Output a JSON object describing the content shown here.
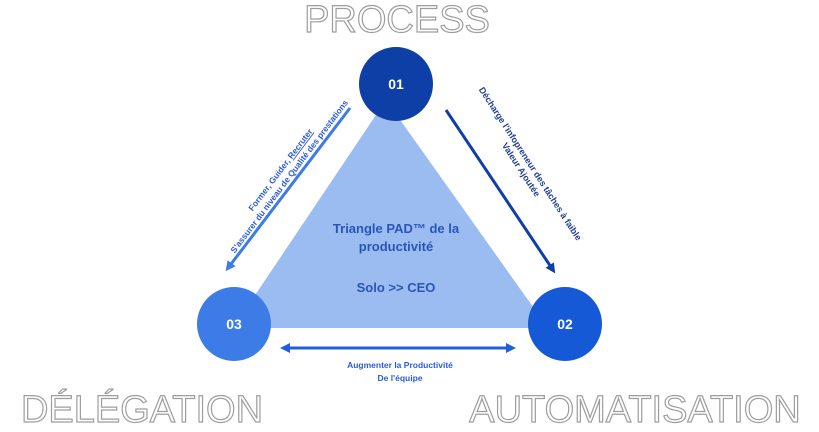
{
  "titles": {
    "top": "PROCESS",
    "bottom_left": "DÉLÉGATION",
    "bottom_right": "AUTOMATISATION"
  },
  "nodes": {
    "n1": "01",
    "n2": "02",
    "n3": "03"
  },
  "center": {
    "line1": "Triangle PAD™ de la",
    "line2": "productivité",
    "line3": "Solo >> CEO"
  },
  "left_arrow": {
    "line1_a": "Former, Guider, ",
    "line1_b": "Recruter",
    "line2": "S'assurer du niveau de Qualité des prestations"
  },
  "right_arrow": {
    "line1": "Décharge l'infopreneur des tâches à faible",
    "line2": "Valeur Ajoutée"
  },
  "bottom_arrow": {
    "line1": "Augmenter la Productivité",
    "line2": "De l'équipe"
  },
  "colors": {
    "node1": "#0d3fa6",
    "node2": "#1559d6",
    "node3": "#3d7be6",
    "triangle": "#9bbcf0",
    "arrow_dark": "#0d3fa6",
    "arrow_light": "#3d7be6",
    "arrow_bottom": "#1f5fd8"
  }
}
